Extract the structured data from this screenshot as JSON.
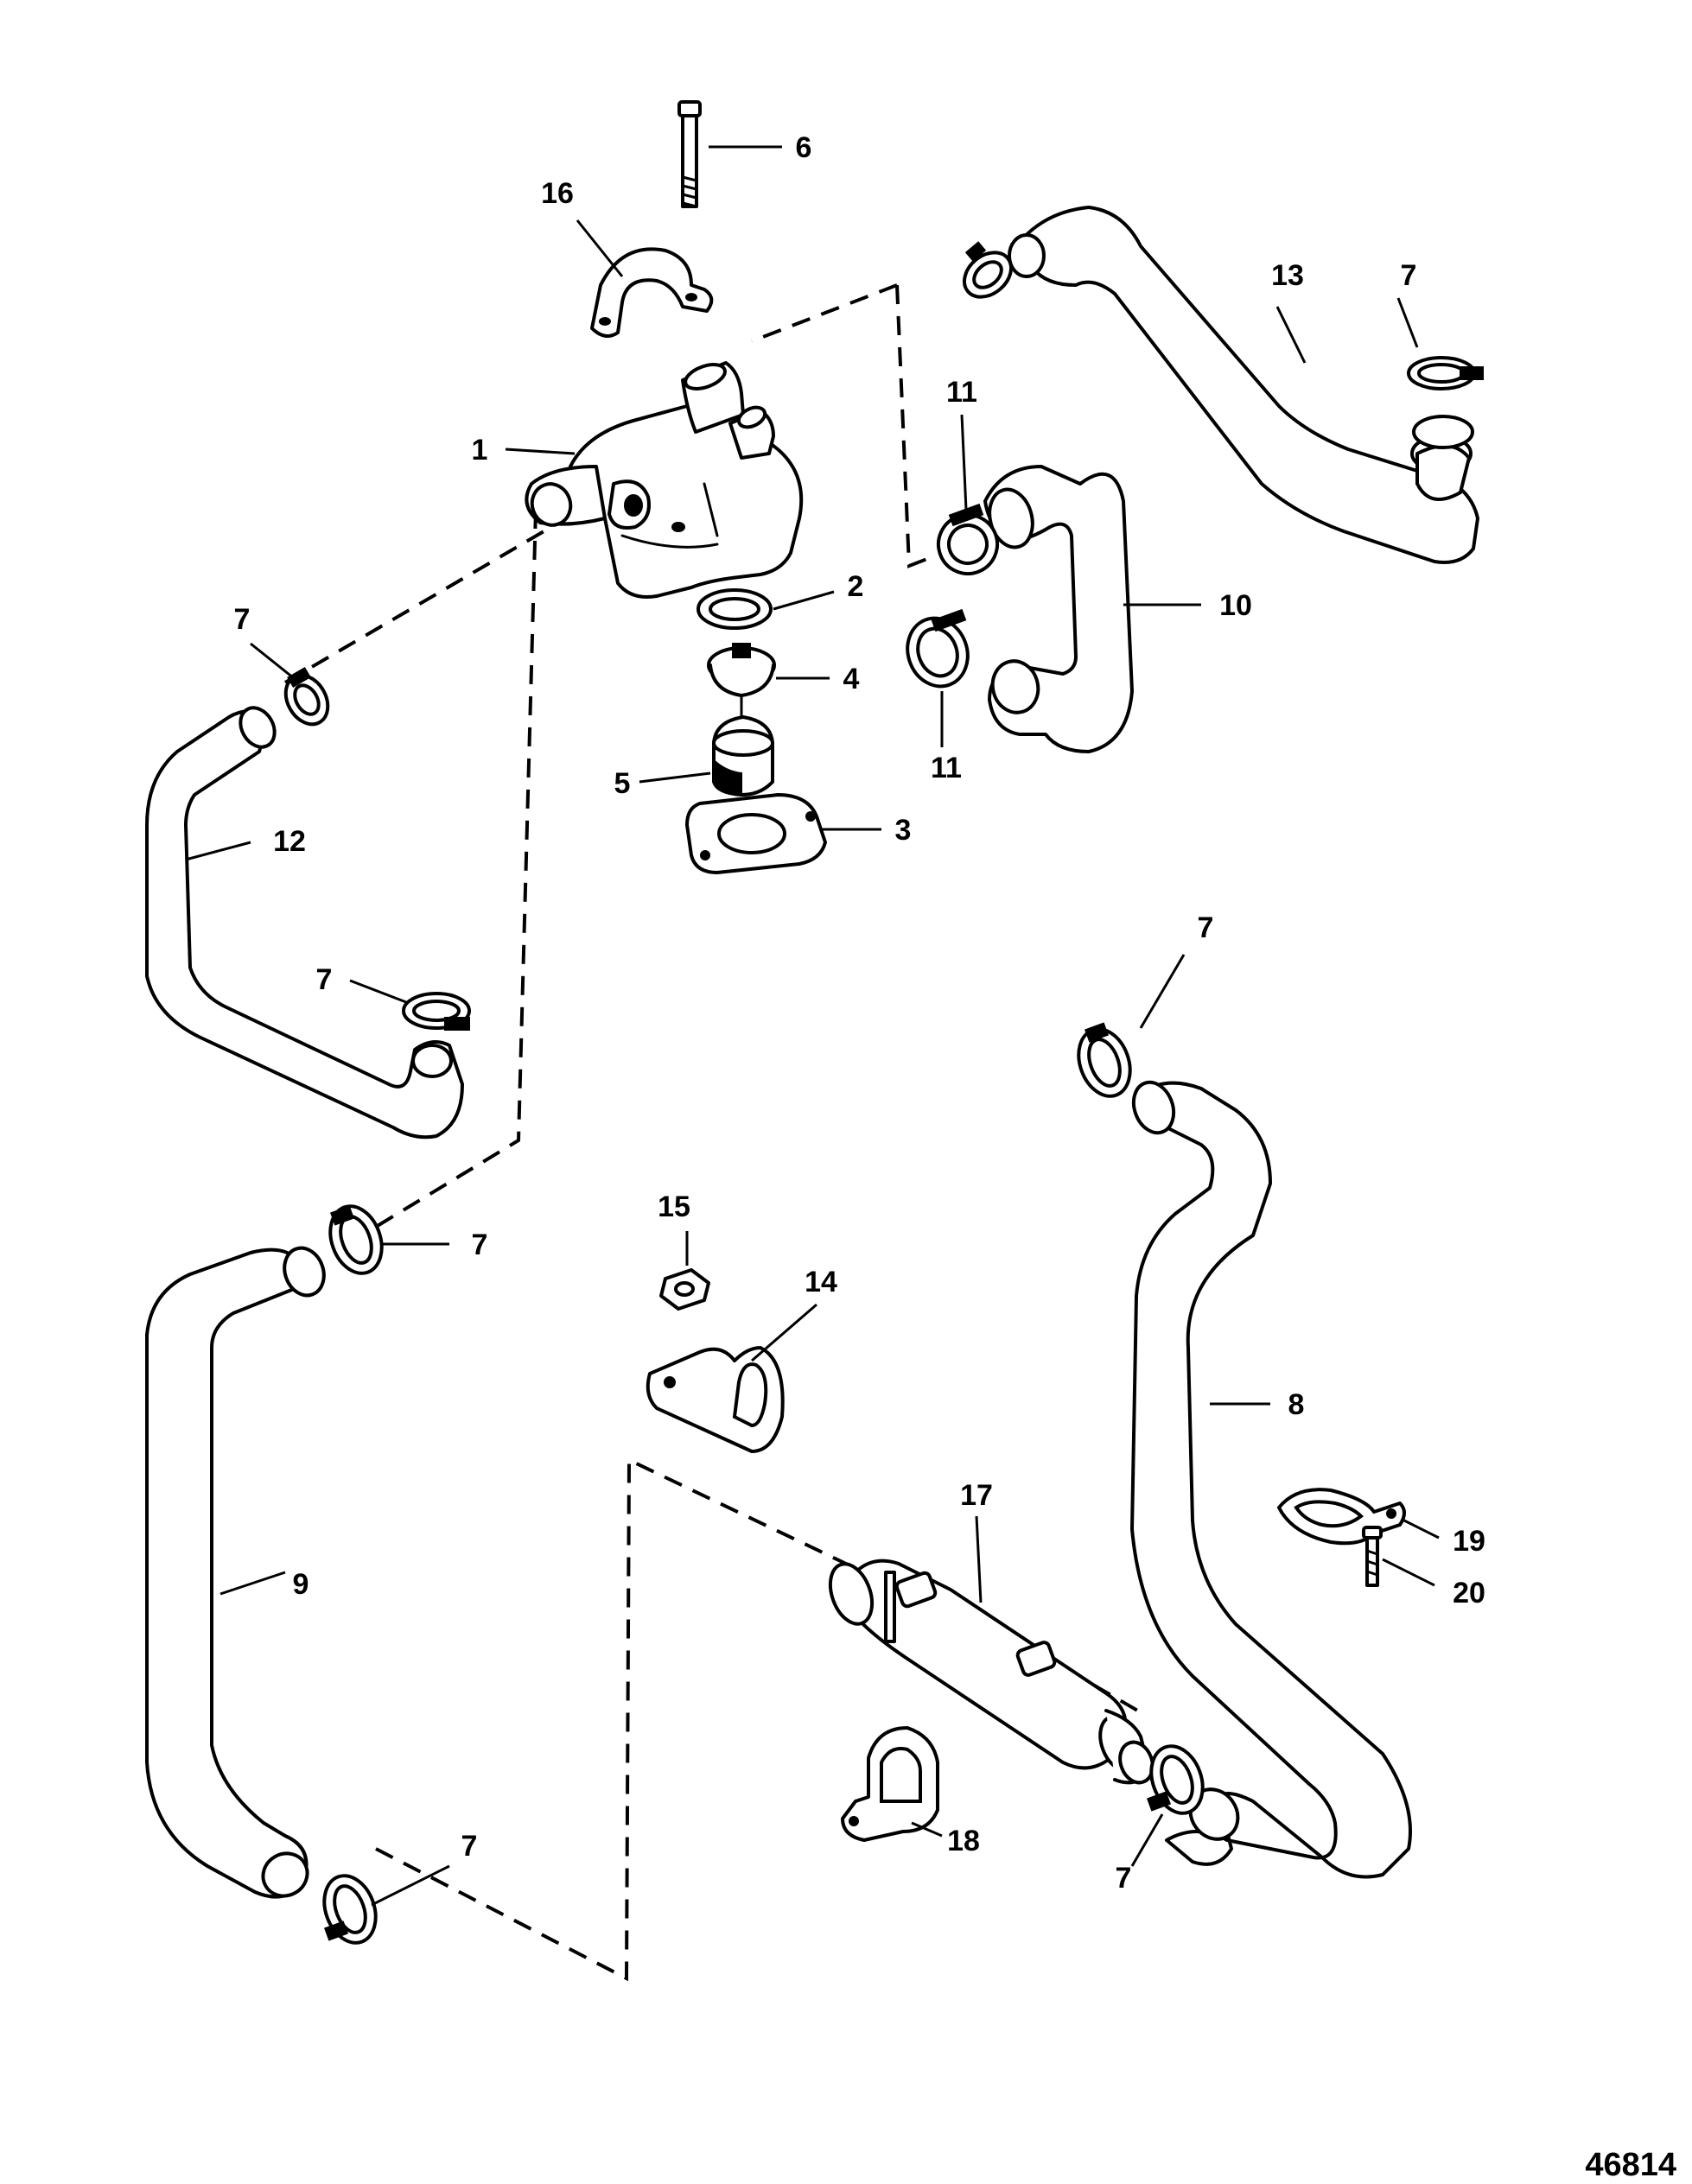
{
  "figure_number": "46814",
  "callouts": {
    "c1": "1",
    "c2": "2",
    "c3": "3",
    "c4": "4",
    "c5": "5",
    "c6": "6",
    "c7a": "7",
    "c7b": "7",
    "c7c": "7",
    "c7d": "7",
    "c7e": "7",
    "c7f": "7",
    "c7g": "7",
    "c8": "8",
    "c9": "9",
    "c10": "10",
    "c11a": "11",
    "c11b": "11",
    "c12": "12",
    "c13": "13",
    "c14": "14",
    "c15": "15",
    "c16": "16",
    "c17": "17",
    "c18": "18",
    "c19": "19",
    "c20": "20"
  }
}
